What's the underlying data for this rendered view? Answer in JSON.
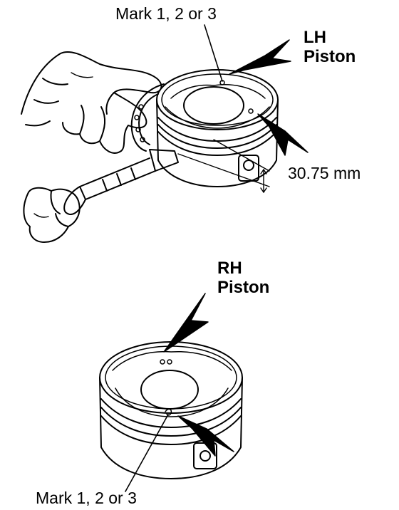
{
  "labels": {
    "top_mark": "Mark 1, 2 or 3",
    "lh_line1": "LH",
    "lh_line2": "Piston",
    "measure": "30.75 mm",
    "rh_line1": "RH",
    "rh_line2": "Piston",
    "bottom_mark": "Mark 1, 2 or 3"
  },
  "colors": {
    "ink": "#000000",
    "paper": "#ffffff"
  },
  "icons": [
    "hand",
    "micrometer",
    "piston-lh",
    "piston-rh",
    "arrow"
  ]
}
